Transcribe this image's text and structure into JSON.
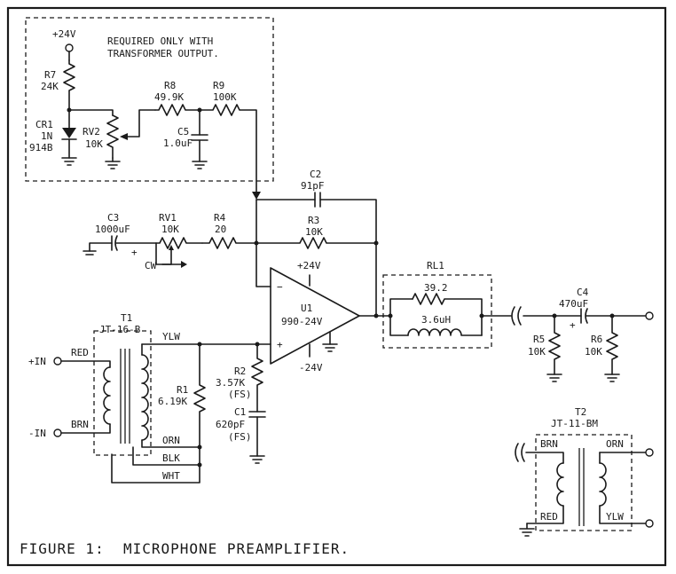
{
  "figure": {
    "caption": "FIGURE 1:  MICROPHONE PREAMPLIFIER.",
    "note_line1": "REQUIRED ONLY WITH",
    "note_line2": "TRANSFORMER OUTPUT."
  },
  "components": {
    "plus24_top": "+24V",
    "r7": {
      "ref": "R7",
      "value": "24K"
    },
    "cr1": {
      "ref": "CR1",
      "type1": "1N",
      "type2": "914B"
    },
    "rv2": {
      "ref": "RV2",
      "value": "10K"
    },
    "r8": {
      "ref": "R8",
      "value": "49.9K"
    },
    "r9": {
      "ref": "R9",
      "value": "100K"
    },
    "c5": {
      "ref": "C5",
      "value": "1.0uF"
    },
    "c2": {
      "ref": "C2",
      "value": "91pF"
    },
    "c3": {
      "ref": "C3",
      "value": "1000uF"
    },
    "rv1": {
      "ref": "RV1",
      "value": "10K",
      "cw": "CW"
    },
    "r4": {
      "ref": "R4",
      "value": "20"
    },
    "r3": {
      "ref": "R3",
      "value": "10K"
    },
    "u1": {
      "ref": "U1",
      "part": "990-24V",
      "vpos": "+24V",
      "vneg": "-24V",
      "inv": "−",
      "noninv": "+"
    },
    "rl1": {
      "ref": "RL1",
      "r": "39.2",
      "l": "3.6uH"
    },
    "c4": {
      "ref": "C4",
      "value": "470uF"
    },
    "r5": {
      "ref": "R5",
      "value": "10K"
    },
    "r6": {
      "ref": "R6",
      "value": "10K"
    },
    "t1": {
      "ref": "T1",
      "part": "JT-16-B",
      "red": "RED",
      "brn": "BRN",
      "ylw": "YLW",
      "orn": "ORN",
      "blk": "BLK",
      "wht": "WHT"
    },
    "r1": {
      "ref": "R1",
      "value": "6.19K"
    },
    "r2": {
      "ref": "R2",
      "value": "3.57K",
      "note": "(FS)"
    },
    "c1": {
      "ref": "C1",
      "value": "620pF",
      "note": "(FS)"
    },
    "in_plus": "+IN",
    "in_minus": "-IN",
    "t2": {
      "ref": "T2",
      "part": "JT-11-BM",
      "brn": "BRN",
      "orn": "ORN",
      "red": "RED",
      "ylw": "YLW"
    },
    "plus_mark": "+"
  }
}
